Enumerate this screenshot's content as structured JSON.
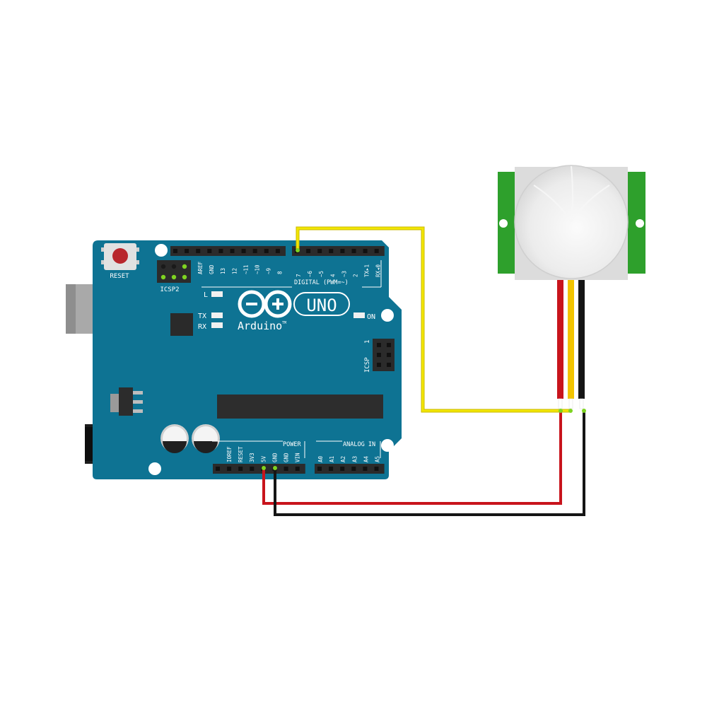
{
  "board": {
    "reset_label": "RESET",
    "icsp2_label": "ICSP2",
    "icsp_label": "ICSP",
    "led_l": "L",
    "led_tx": "TX",
    "led_rx": "RX",
    "led_on": "ON",
    "logo_text": "Arduino",
    "logo_tm": "TM",
    "model": "UNO",
    "digital_header_label": "DIGITAL (PWM=~)",
    "power_header_label": "POWER",
    "analog_header_label": "ANALOG IN",
    "digital_pins": [
      "AREF",
      "GND",
      "13",
      "12",
      "~11",
      "~10",
      "~9",
      "8",
      "7",
      "~6",
      "~5",
      "4",
      "~3",
      "2",
      "TX▸1",
      "RX◂0"
    ],
    "power_pins": [
      "IOREF",
      "RESET",
      "3V3",
      "5V",
      "GND",
      "GND",
      "VIN"
    ],
    "analog_pins": [
      "A0",
      "A1",
      "A2",
      "A3",
      "A4",
      "A5"
    ],
    "icsp_pin1_marker": "1",
    "colors": {
      "pcb": "#0e7393",
      "header": "#2b2b2b",
      "reset_button": "#b8262c"
    }
  },
  "sensor": {
    "name": "PIR motion sensor",
    "colors": {
      "bracket": "#2ea02c",
      "dome": "#e9e9e9"
    }
  },
  "wires": {
    "signal": {
      "from": "Arduino pin 7",
      "to": "PIR OUT",
      "color": "#f2e600"
    },
    "power": {
      "from": "Arduino 5V",
      "to": "PIR VCC",
      "color": "#c8141c"
    },
    "ground": {
      "from": "Arduino GND",
      "to": "PIR GND",
      "color": "#151515"
    }
  }
}
